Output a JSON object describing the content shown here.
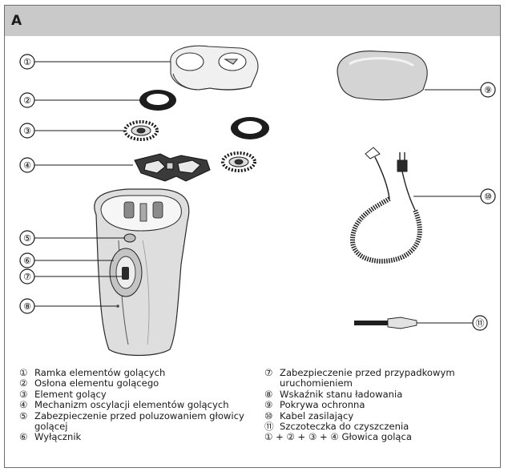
{
  "header": {
    "letter": "A"
  },
  "callouts": [
    "①",
    "②",
    "③",
    "④",
    "⑤",
    "⑥",
    "⑦",
    "⑧",
    "⑨",
    "⑩",
    "⑪"
  ],
  "legend_left": [
    {
      "num": "①",
      "text": "Ramka elementów golących"
    },
    {
      "num": "②",
      "text": "Osłona elementu golącego"
    },
    {
      "num": "③",
      "text": "Element golący"
    },
    {
      "num": "④",
      "text": "Mechanizm oscylacji elementów golących"
    },
    {
      "num": "⑤",
      "text": "Zabezpieczenie przed poluzowaniem głowicy golącej"
    },
    {
      "num": "⑥",
      "text": "Wyłącznik"
    }
  ],
  "legend_right": [
    {
      "num": "⑦",
      "text": "Zabezpieczenie przed przypadkowym uruchomieniem"
    },
    {
      "num": "⑧",
      "text": "Wskaźnik stanu ładowania"
    },
    {
      "num": "⑨",
      "text": "Pokrywa ochronna"
    },
    {
      "num": "⑩",
      "text": "Kabel zasilający"
    },
    {
      "num": "⑪",
      "text": "Szczoteczka do czyszczenia"
    },
    {
      "num": "",
      "text": "① + ② + ③ + ④ Głowica goląca"
    }
  ]
}
